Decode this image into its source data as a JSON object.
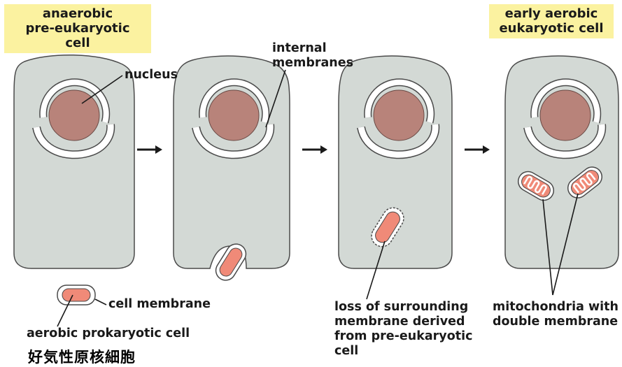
{
  "labels": {
    "start_stage": [
      "anaerobic",
      "pre-eukaryotic cell"
    ],
    "end_stage": [
      "early aerobic",
      "eukaryotic cell"
    ],
    "nucleus": "nucleus",
    "internal_membranes": [
      "internal",
      "membranes"
    ],
    "cell_membrane": "cell membrane",
    "aerobic_prokaryote": "aerobic prokaryotic cell",
    "loss_membrane": [
      "loss of surrounding",
      "membrane derived",
      "from pre-eukaryotic",
      "cell"
    ],
    "mitochondria": [
      "mitochondria with",
      "double membrane"
    ],
    "japanese_caption": "好気性原核細胞"
  },
  "colors": {
    "cell_fill": "#d3d9d5",
    "cell_stroke": "#4a4a4a",
    "nucleus_fill": "#b8837a",
    "prokaryote_fill": "#f08a78",
    "label_bg": "#fbf2a0"
  }
}
